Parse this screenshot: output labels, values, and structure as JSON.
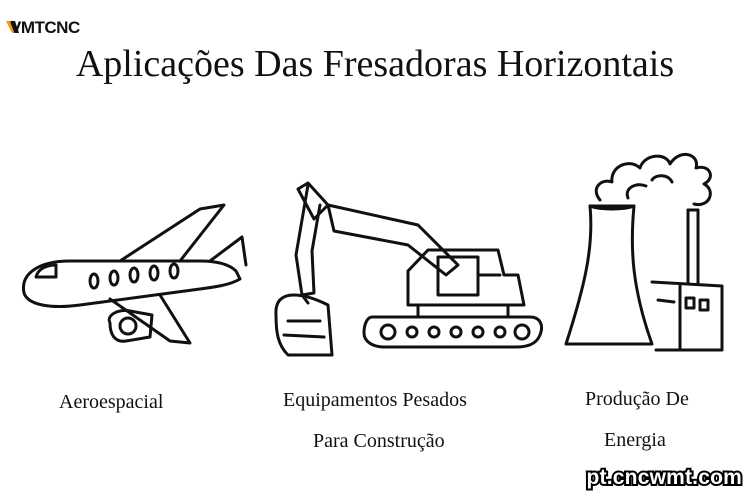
{
  "brand": {
    "logo_text": "VMTCNC"
  },
  "title": "Aplicações Das Fresadoras Horizontais",
  "applications": [
    {
      "icon": "airplane-icon",
      "lines": [
        "Aeroespacial"
      ]
    },
    {
      "icon": "excavator-icon",
      "lines": [
        "Equipamentos Pesados",
        "Para Construção"
      ]
    },
    {
      "icon": "power-plant-icon",
      "lines": [
        "Produção De",
        "Energia"
      ]
    }
  ],
  "watermark": "pt.cncwmt.com",
  "colors": {
    "ink": "#111111",
    "logo_accent": "#f29a16",
    "background": "#ffffff"
  }
}
